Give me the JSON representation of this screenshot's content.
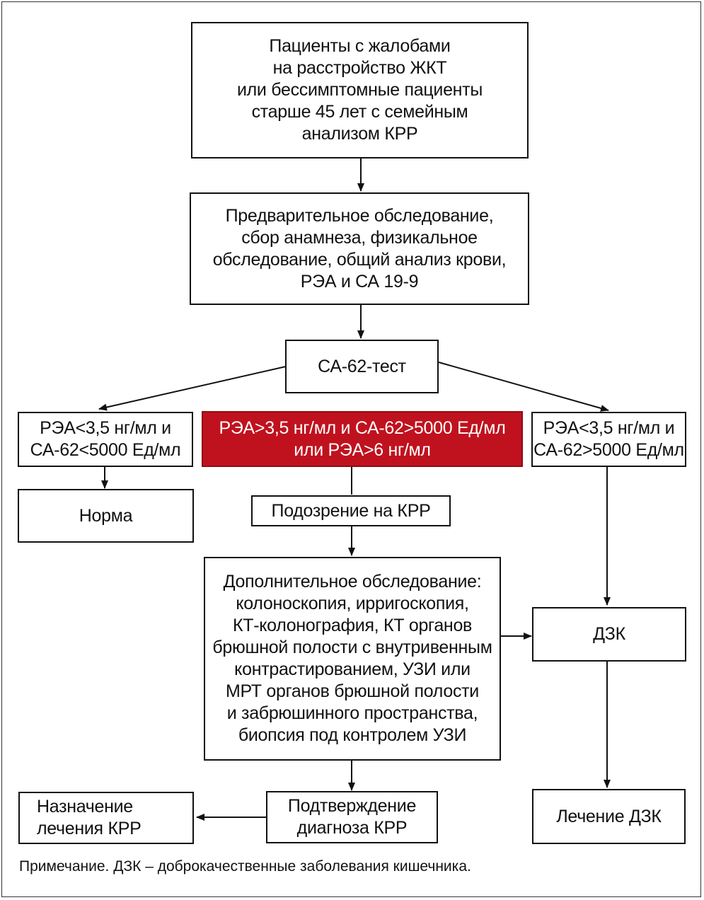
{
  "boxes": {
    "patients": [
      "Пациенты с жалобами",
      "на расстройство ЖКТ",
      "или бессимптомные пациенты",
      "старше 45 лет с семейным",
      "анализом КРР"
    ],
    "preliminary": [
      "Предварительное обследование,",
      "сбор анамнеза, физикальное",
      "обследование, общий анализ крови,",
      "РЭА и СА 19-9"
    ],
    "ca62_test": [
      "СА-62-тест"
    ],
    "left_condition": [
      "РЭА<3,5 нг/мл и",
      "СА-62<5000 Ед/мл"
    ],
    "middle_condition": [
      "РЭА>3,5 нг/мл и СА-62>5000 Ед/мл",
      "или РЭА>6 нг/мл"
    ],
    "right_condition": [
      "РЭА<3,5 нг/мл и",
      "СА-62>5000 Ед/мл"
    ],
    "norm": [
      "Норма"
    ],
    "suspicion": [
      "Подозрение на КРР"
    ],
    "additional_exam": [
      "Дополнительное обследование:",
      "колоноскопия, ирригоскопия,",
      "КТ-колонография, КТ органов",
      "брюшной полости с внутривенным",
      "контрастированием, УЗИ или",
      "МРТ органов брюшной полости",
      "и забрюшинного пространства,",
      "биопсия под контролем УЗИ"
    ],
    "dzk": [
      "ДЗК"
    ],
    "confirmation": [
      "Подтверждение",
      "диагноза КРР"
    ],
    "treatment_krr": [
      "Назначение",
      "лечения КРР"
    ],
    "treatment_dzk": [
      "Лечение ДЗК"
    ]
  },
  "note": "Примечание. ДЗК – доброкачественные заболевания кишечника.",
  "colors": {
    "highlight": "#c0121e",
    "line": "#111111"
  }
}
